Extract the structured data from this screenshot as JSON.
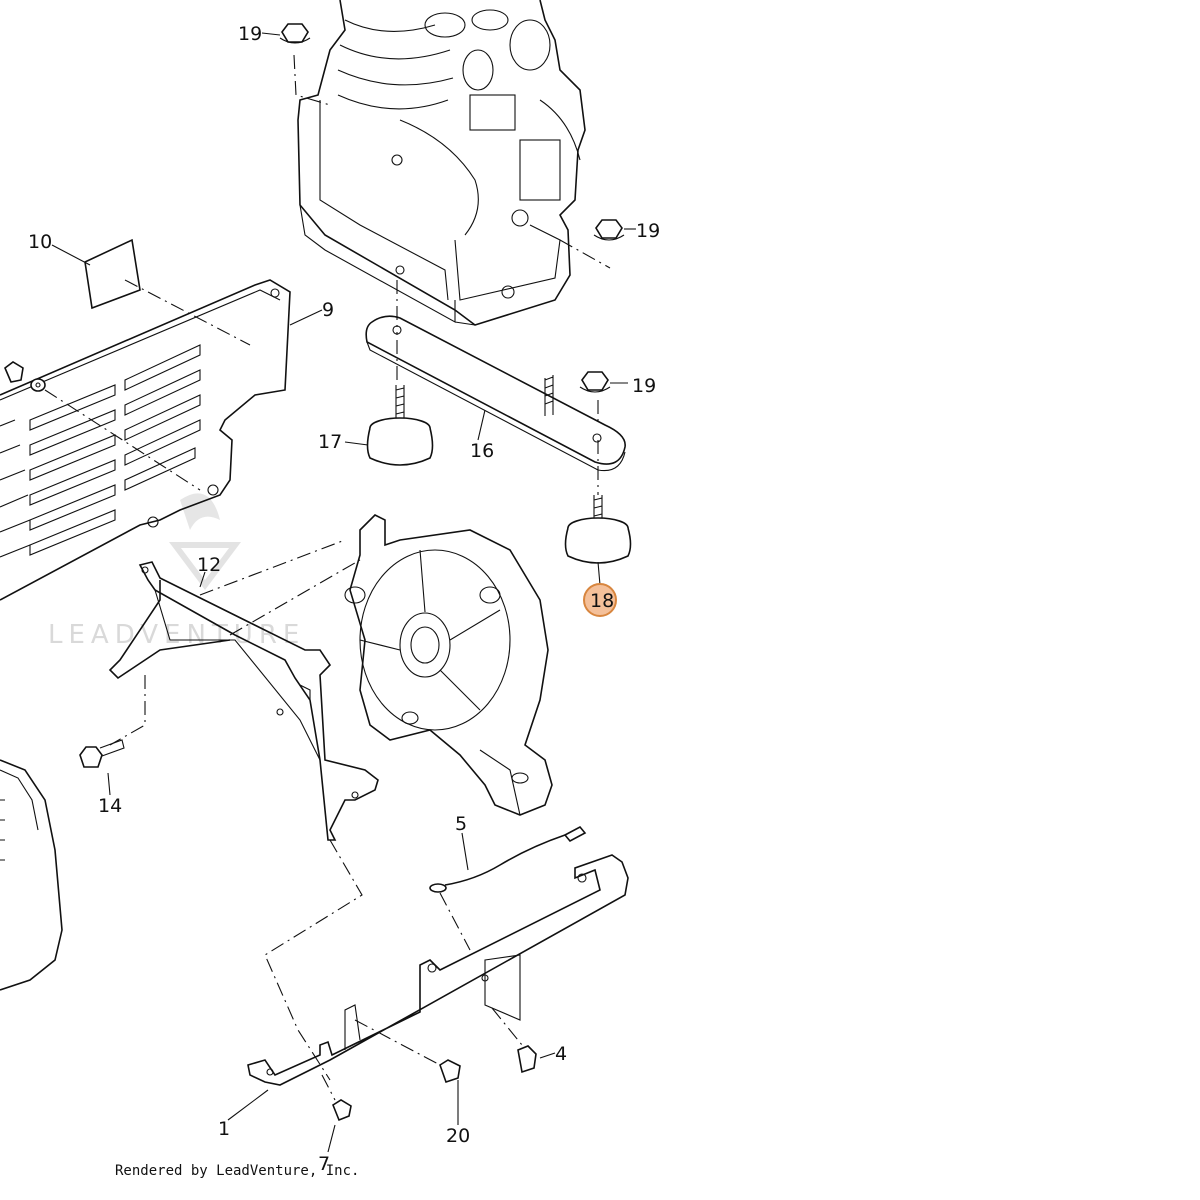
{
  "diagram": {
    "callouts": {
      "c1": "1",
      "c4": "4",
      "c5": "5",
      "c7": "7",
      "c9": "9",
      "c10": "10",
      "c12": "12",
      "c14": "14",
      "c16": "16",
      "c17": "17",
      "c18": "18",
      "c19a": "19",
      "c19b": "19",
      "c19c": "19",
      "c20": "20"
    },
    "highlighted_callout": "18",
    "highlight_color": "#f4c09a",
    "watermark": "LEADVENTURE",
    "credit": "Rendered by LeadVenture, Inc."
  }
}
